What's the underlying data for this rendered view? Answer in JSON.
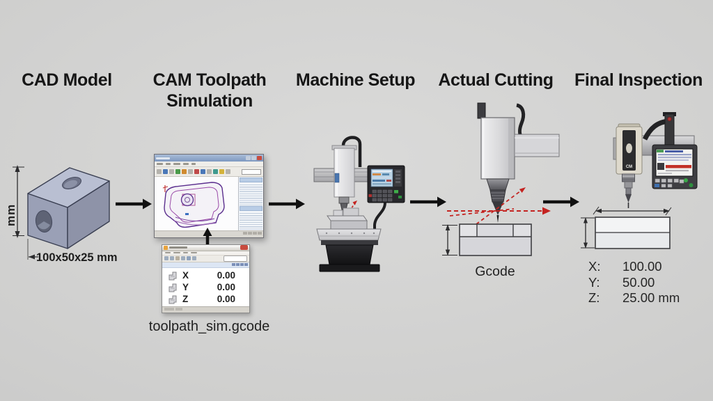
{
  "stages": [
    {
      "title": "CAD Model"
    },
    {
      "title": "CAM Toolpath Simulation"
    },
    {
      "title": "Machine Setup"
    },
    {
      "title": "Actual Cutting"
    },
    {
      "title": "Final Inspection"
    }
  ],
  "cad": {
    "height_label": "mm",
    "size_label": "100x50x25 mm"
  },
  "cam": {
    "dro": [
      {
        "axis": "X",
        "value": "0.00"
      },
      {
        "axis": "Y",
        "value": "0.00"
      },
      {
        "axis": "Z",
        "value": "0.00"
      }
    ],
    "file_label": "toolpath_sim.gcode"
  },
  "cutting": {
    "label": "Gcode"
  },
  "inspection": {
    "probe_label": "CM",
    "readout": [
      {
        "axis": "X:",
        "value": "100.00"
      },
      {
        "axis": "Y:",
        "value": "50.00"
      },
      {
        "axis": "Z:",
        "value": "25.00 mm"
      }
    ]
  },
  "colors": {
    "flow_arrow": "#111111",
    "dashed_accent": "#c42320",
    "cad_block_top": "#b9bfd2",
    "cad_block_left": "#9aa0b6",
    "cad_block_right": "#8e93a8",
    "background": "#cfcfce"
  }
}
